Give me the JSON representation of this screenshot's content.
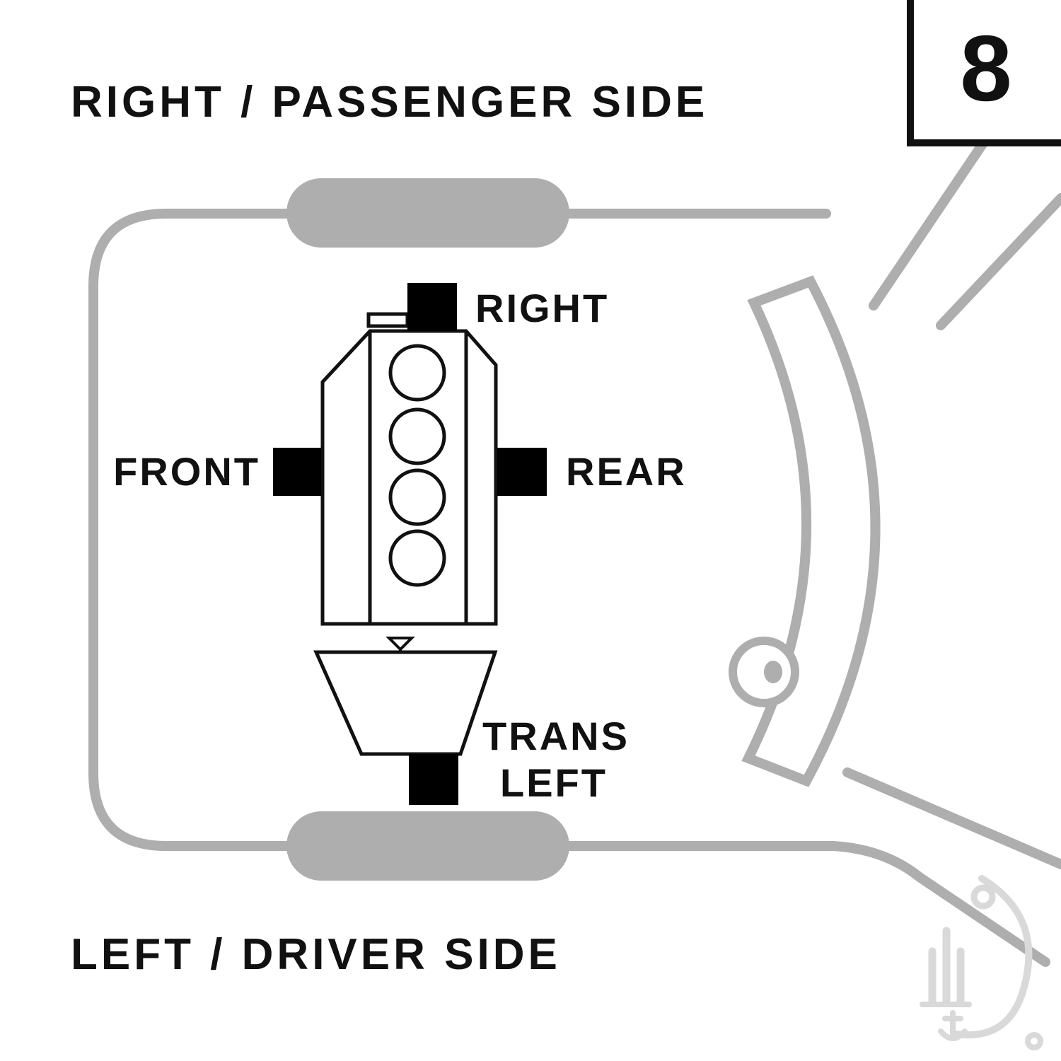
{
  "diagram": {
    "heading_top": "RIGHT / PASSENGER SIDE",
    "heading_bottom": "LEFT / DRIVER SIDE",
    "page_number": "8",
    "mounts": {
      "right": "RIGHT",
      "front": "FRONT",
      "rear": "REAR",
      "trans_line1": "TRANS",
      "trans_line2": "LEFT"
    },
    "colors": {
      "car_outline": "#aeaeae",
      "engine_line": "#111111",
      "mount_fill": "#000000",
      "watermark": "#d9d9d9",
      "background": "#ffffff"
    }
  }
}
